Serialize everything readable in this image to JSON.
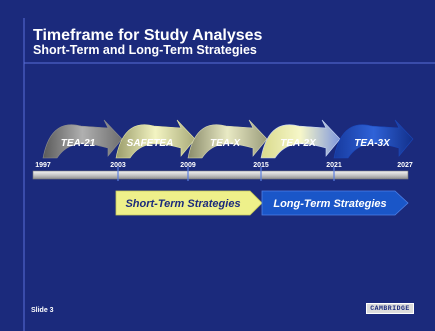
{
  "slide": {
    "title": "Timeframe for Study Analyses",
    "subtitle": "Short-Term and Long-Term Strategies",
    "slide_number": "Slide 3",
    "logo_text": "CAMBRIDGE"
  },
  "timeline": {
    "eras": [
      {
        "label": "TEA-21",
        "color": "#8c8c8c"
      },
      {
        "label": "SAFETEA",
        "color": "#e7e8a7"
      },
      {
        "label": "TEA-X",
        "color": "#d8d9b2"
      },
      {
        "label": "TEA-2X",
        "color": "#c8d6f5"
      },
      {
        "label": "TEA-3X",
        "color": "#1b47b8"
      }
    ],
    "years": [
      "1997",
      "2003",
      "2009",
      "2015",
      "2021",
      "2027"
    ]
  },
  "strategies": {
    "short_term": {
      "label": "Short-Term Strategies",
      "color": "#eef08a"
    },
    "long_term": {
      "label": "Long-Term Strategies",
      "color": "#1a56c8"
    }
  },
  "colors": {
    "background": "#1b2a7c",
    "rule": "#5a6fd8"
  }
}
